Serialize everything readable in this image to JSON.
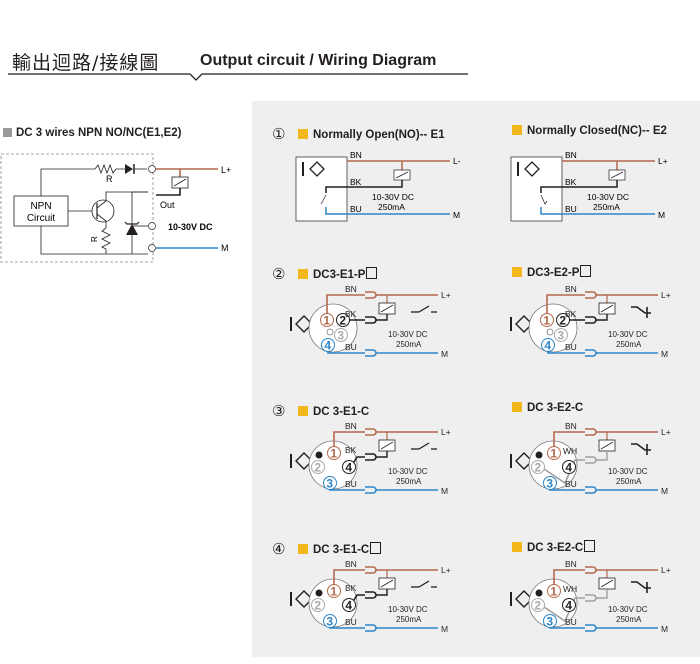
{
  "header": {
    "title_zh": "輸出迴路/接線圖",
    "title_en": "Output circuit / Wiring Diagram"
  },
  "colors": {
    "brown_wire": "#b4694d",
    "black_wire": "#231f20",
    "blue_wire": "#2e86c8",
    "white_wire": "#a0a0a0",
    "accent_square": "#f2b71b",
    "panel_bg": "#efefef"
  },
  "left_schematic": {
    "title": "DC 3 wires NPN NO/NC(E1,E2)",
    "block_label_line1": "NPN",
    "block_label_line2": "Circuit",
    "resistor_label": "R",
    "resistor2_label": "R",
    "out_label": "Out",
    "supply": "10-30V DC",
    "terminal_plus": "L+",
    "terminal_minus": "M"
  },
  "diagrams": [
    {
      "number": "①",
      "title": "Normally Open(NO)-- E1",
      "boxed": false
    },
    {
      "number": "",
      "title": "Normally Closed(NC)-- E2",
      "boxed": false
    },
    {
      "number": "②",
      "title": "DC3-E1-P",
      "boxed": true
    },
    {
      "number": "",
      "title": "DC3-E2-P",
      "boxed": true
    },
    {
      "number": "③",
      "title": "DC 3-E1-C",
      "boxed": false
    },
    {
      "number": "",
      "title": "DC 3-E2-C",
      "boxed": false
    },
    {
      "number": "④",
      "title": "DC 3-E1-C",
      "boxed": true
    },
    {
      "number": "",
      "title": "DC 3-E2-C",
      "boxed": true
    }
  ],
  "wire_labels": {
    "bn": "BN",
    "bk": "BK",
    "bu": "BU",
    "wh": "WH",
    "l_plus": "L+",
    "m": "M",
    "voltage": "10-30V DC",
    "current": "250mA"
  },
  "pins": {
    "p1": "1",
    "p2": "2",
    "p3": "3",
    "p4": "4"
  }
}
